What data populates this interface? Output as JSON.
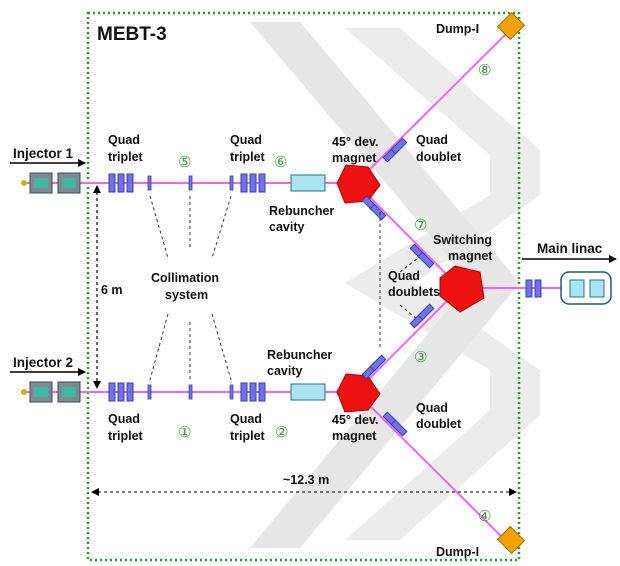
{
  "title": "MEBT-3",
  "injectors": [
    "Injector 1",
    "Injector 2"
  ],
  "main_linac": "Main linac",
  "dumps": [
    "Dump-I",
    "Dump-I"
  ],
  "labels": {
    "quad_triplet_top_left": [
      "Quad",
      "triplet"
    ],
    "quad_triplet_top_right": [
      "Quad",
      "triplet"
    ],
    "quad_triplet_bottom_left": [
      "Quad",
      "triplet"
    ],
    "quad_triplet_bottom_right": [
      "Quad",
      "triplet"
    ],
    "magnet_top": [
      "45° dev.",
      "magnet"
    ],
    "magnet_bottom": [
      "45° dev.",
      "magnet"
    ],
    "quad_doublet_top": [
      "Quad",
      "doublet"
    ],
    "quad_doublet_bottom": [
      "Quad",
      "doublet"
    ],
    "rebuncher_top": [
      "Rebuncher",
      "cavity"
    ],
    "rebuncher_bottom": [
      "Rebuncher",
      "cavity"
    ],
    "switching_magnet": [
      "Switching",
      "magnet"
    ],
    "quad_doublets": [
      "Quad",
      "doublets"
    ],
    "collimation": [
      "Collimation",
      "system"
    ],
    "separation": "6 m",
    "length": "~12.3 m"
  },
  "markers": [
    "①",
    "②",
    "③",
    "④",
    "⑤",
    "⑥",
    "⑦",
    "⑧"
  ],
  "colors": {
    "beamline": "#ee66ee",
    "quadrupole": "#6f73e6",
    "magnet": "#ee1111",
    "cavity": "#a8e4f2",
    "dump": "#f2a300",
    "frame": "#2a9a2a",
    "marker": "#3a9a3a",
    "chevron": "#e6e6e6"
  }
}
